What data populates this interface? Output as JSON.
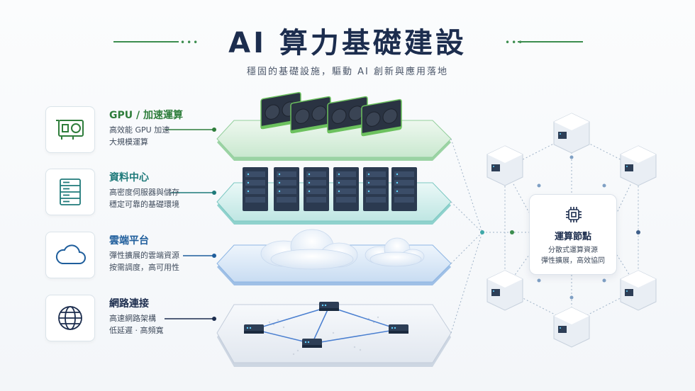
{
  "header": {
    "title": "AI 算力基礎建設",
    "subtitle": "穩固的基礎設施，驅動 AI 創新與應用落地"
  },
  "categories": [
    {
      "title": "GPU / 加速運算",
      "desc": [
        "高效能 GPU 加速",
        "大規模運算"
      ],
      "icon": "gpu-card-icon",
      "color": "#2e7d3b"
    },
    {
      "title": "資料中心",
      "desc": [
        "高密度伺服器與儲存",
        "穩定可靠的基礎環境"
      ],
      "icon": "server-rack-icon",
      "color": "#1f7a7a"
    },
    {
      "title": "雲端平台",
      "desc": [
        "彈性擴展的雲端資源",
        "按需調度，高可用性"
      ],
      "icon": "cloud-icon",
      "color": "#1f5e9c"
    },
    {
      "title": "網路連接",
      "desc": [
        "高速網路架構",
        "低延遲 · 高頻寬"
      ],
      "icon": "globe-icon",
      "color": "#1c2d4e"
    }
  ],
  "compute_node": {
    "title": "運算節點",
    "desc": [
      "分散式運算資源",
      "彈性擴展，高效協同"
    ],
    "icon": "cpu-chip-icon"
  },
  "colors": {
    "gpu": "#3c8d4e",
    "datacenter": "#38a6a6",
    "cloud": "#3f7fc7",
    "network": "#1c2d4e"
  }
}
